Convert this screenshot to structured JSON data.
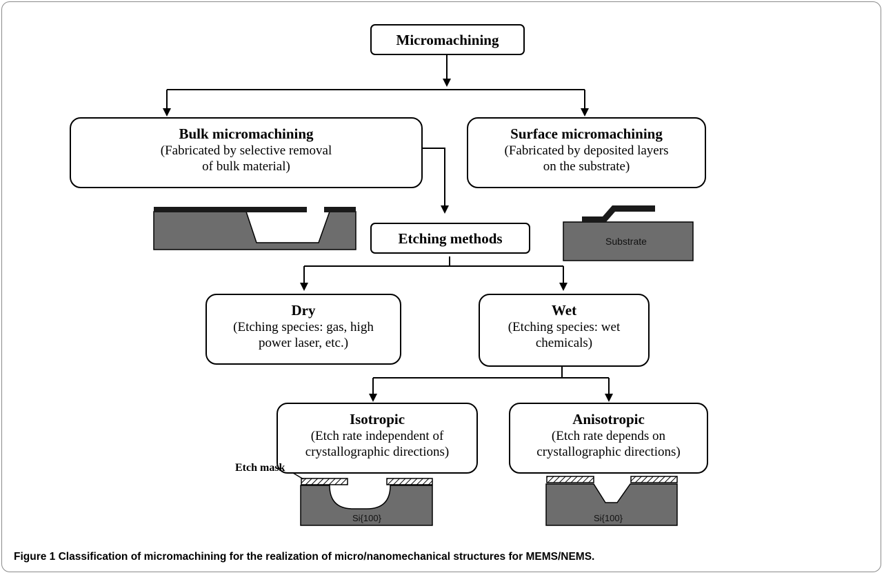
{
  "diagram": {
    "root": {
      "title": "Micromachining"
    },
    "bulk": {
      "title": "Bulk micromachining",
      "desc1": "(Fabricated by selective removal",
      "desc2": "of bulk material)"
    },
    "surface": {
      "title": "Surface micromachining",
      "desc1": "(Fabricated by deposited layers",
      "desc2": "on the substrate)"
    },
    "etching": {
      "title": "Etching methods"
    },
    "dry": {
      "title": "Dry",
      "desc1": "(Etching species: gas, high",
      "desc2": "power laser, etc.)"
    },
    "wet": {
      "title": "Wet",
      "desc1": "(Etching species: wet",
      "desc2": "chemicals)"
    },
    "isotropic": {
      "title": "Isotropic",
      "desc1": "(Etch rate independent of",
      "desc2": "crystallographic directions)"
    },
    "anisotropic": {
      "title": "Anisotropic",
      "desc1": "(Etch rate depends on",
      "desc2": "crystallographic directions)"
    },
    "substrate_label": "Substrate",
    "etch_mask_label": "Etch mask",
    "iso_si_label": "Si{100}",
    "aniso_si_label": "Si{100}"
  },
  "caption": {
    "label": "Figure 1",
    "text": "Classification of micromachining for the realization of micro/nanomechanical structures for MEMS/NEMS."
  },
  "colors": {
    "substrate": "#6d6d6d",
    "mask": "#1a1a1a",
    "line": "#000000"
  }
}
